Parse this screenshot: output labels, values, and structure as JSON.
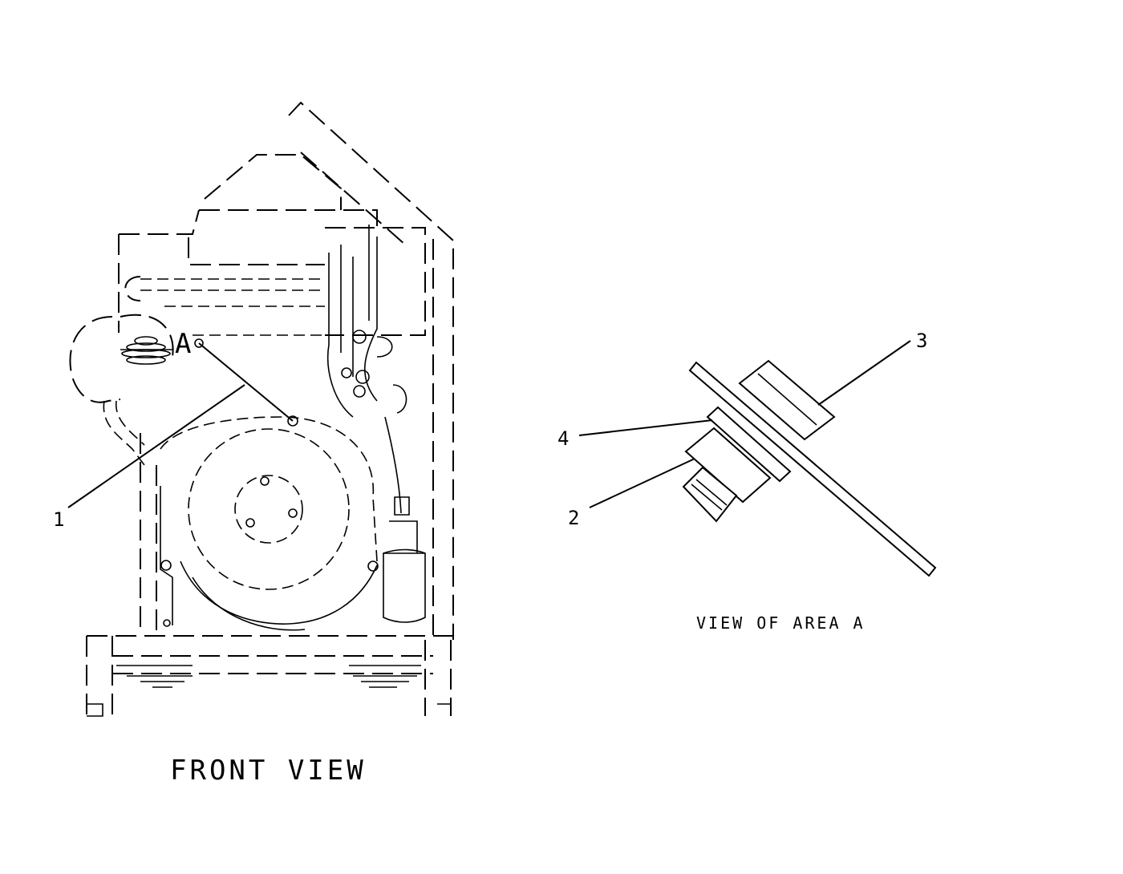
{
  "front_view": {
    "caption": "FRONT VIEW",
    "area_marker": "A",
    "callout_1": "1"
  },
  "detail_view": {
    "caption": "VIEW OF AREA A",
    "callout_2": "2",
    "callout_3": "3",
    "callout_4": "4"
  }
}
